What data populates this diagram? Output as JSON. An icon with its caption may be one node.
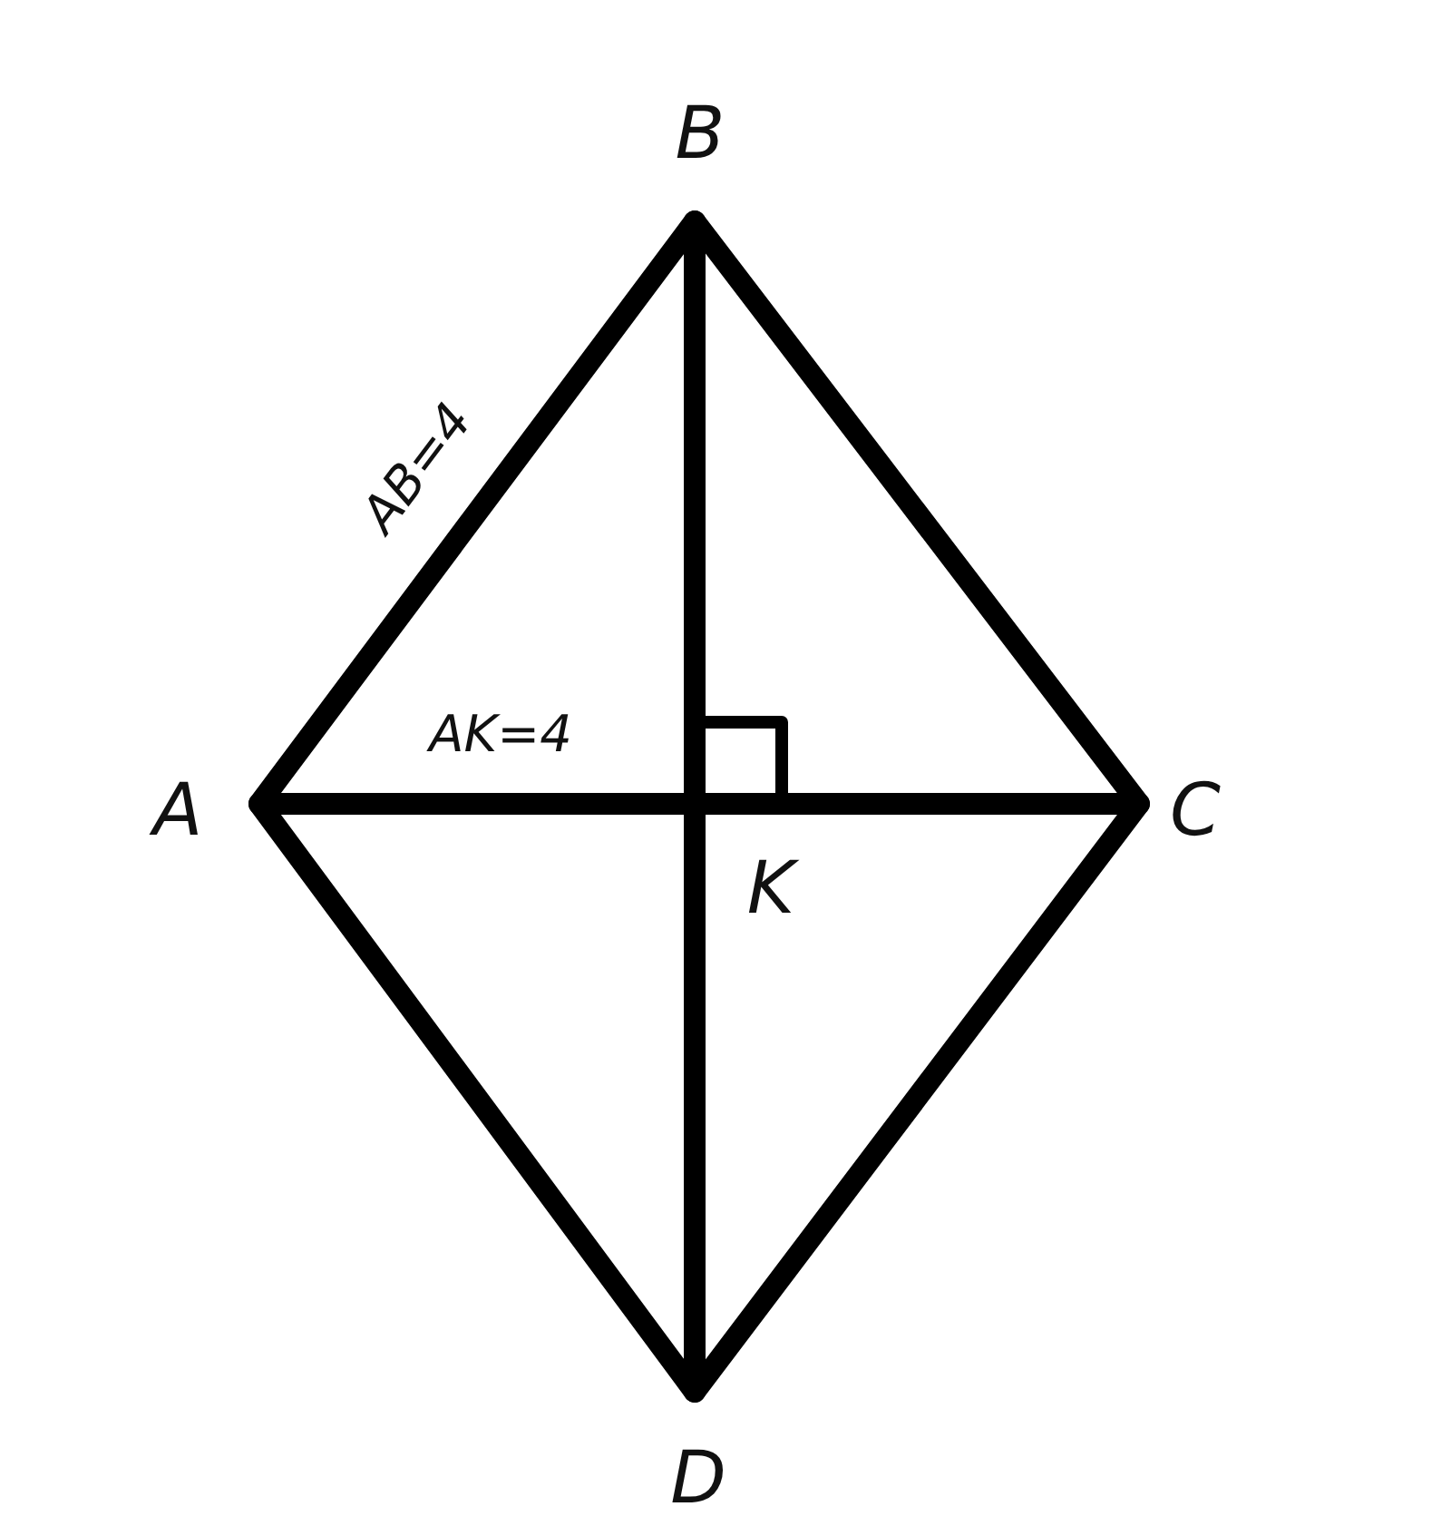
{
  "diagram": {
    "labels": [
      "B",
      "AB=4",
      "AK=4",
      "A",
      "C",
      "K",
      "D"
    ]
  }
}
